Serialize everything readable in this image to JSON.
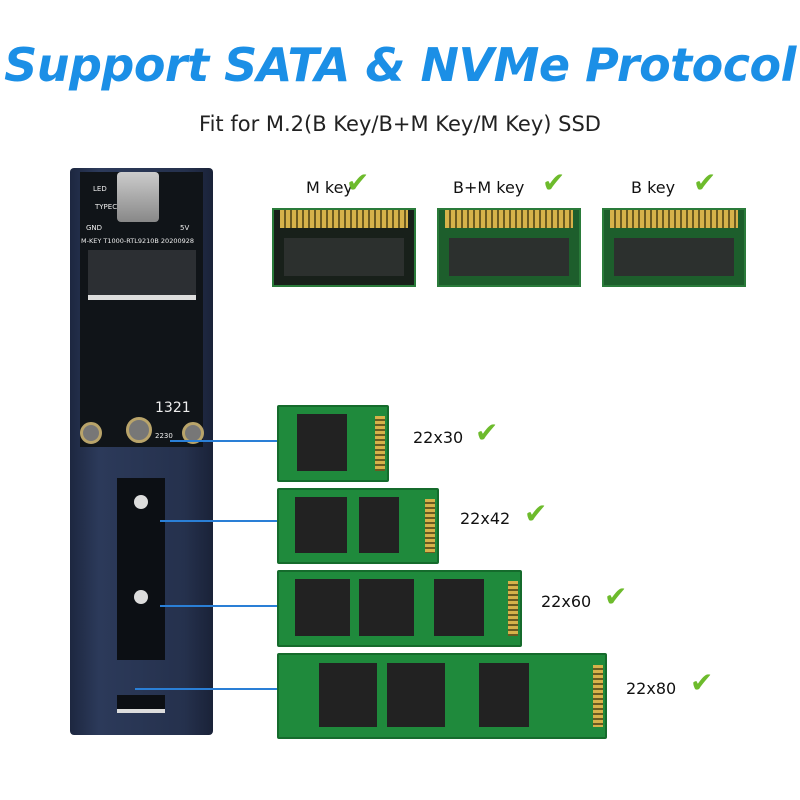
{
  "title": "Support SATA  & NVMe Protocol",
  "subtitle": "Fit for M.2(B Key/B+M Key/M Key) SSD",
  "enclosure": {
    "led": "LED",
    "typec": "TYPEC",
    "gnd": "GND",
    "v5": "5V",
    "model": "M-KEY T1000-RTL9210B 20200928",
    "number": "1321",
    "size": "2230"
  },
  "keys": [
    {
      "label": "M key",
      "icon": "check-icon"
    },
    {
      "label": "B+M key",
      "icon": "check-icon"
    },
    {
      "label": "B key",
      "icon": "check-icon"
    }
  ],
  "sizes": [
    {
      "label": "22x30"
    },
    {
      "label": "22x42"
    },
    {
      "label": "22x60"
    },
    {
      "label": "22x80"
    }
  ],
  "colors": {
    "title": "#1b8fe6",
    "check": "#6dbb2c",
    "line": "#2a7fd6"
  },
  "check_glyph": "✔"
}
